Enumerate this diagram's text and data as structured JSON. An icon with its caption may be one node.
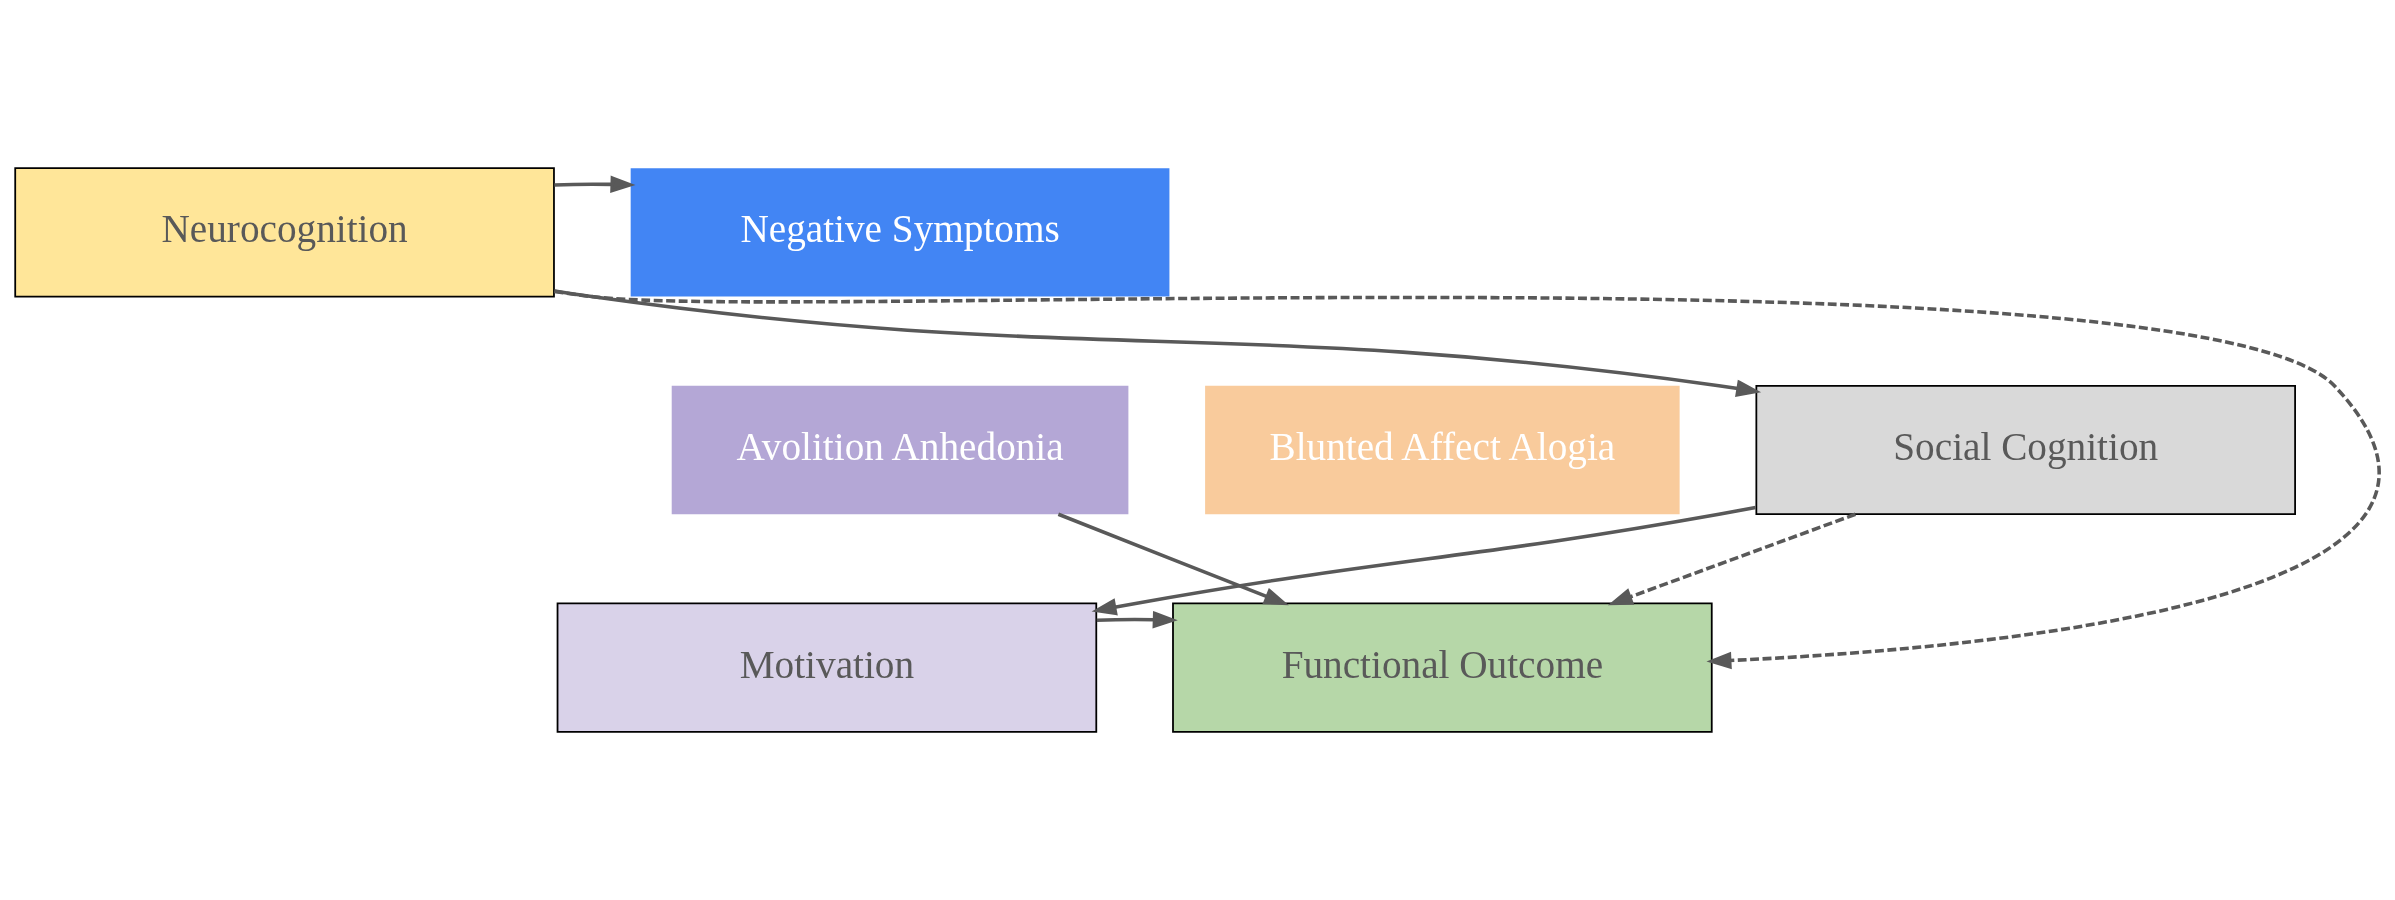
{
  "diagram": {
    "nodes": [
      {
        "text": [
          "Neurocognition"
        ]
      },
      {
        "text": [
          "Negative Symptoms"
        ]
      },
      {
        "text": [
          "Avolition Anhedonia"
        ]
      },
      {
        "text": [
          "Blunted Affect Alogia"
        ]
      },
      {
        "text": [
          "Social Cognition"
        ]
      },
      {
        "text": [
          "Functional Outcome"
        ]
      },
      {
        "text": [
          "Motivation"
        ]
      }
    ],
    "edges": [
      {
        "from": 0,
        "to": 1,
        "arrow": "to"
      },
      {
        "from": 0,
        "to": 5,
        "arrow": "to",
        "style": "dashed"
      },
      {
        "from": 0,
        "to": 4,
        "arrow": "to"
      },
      {
        "from": 4,
        "to": 5,
        "arrow": "to",
        "style": "dashed"
      },
      {
        "from": 4,
        "to": 6,
        "arrow": "to"
      },
      {
        "from": 2,
        "to": 5,
        "arrow": "to"
      },
      {
        "from": 6,
        "to": 5,
        "arrow": "to"
      }
    ]
  }
}
